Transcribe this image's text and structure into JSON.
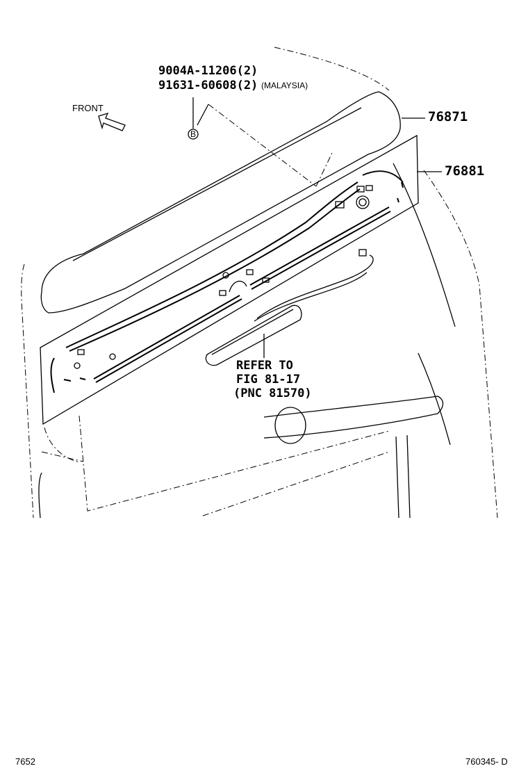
{
  "fasteners": {
    "line1": "9004A-11206(2)",
    "line2_part": "91631-60608(2)",
    "line2_note": "(MALAYSIA)",
    "marker": "B"
  },
  "front_label": "FRONT",
  "parts": {
    "spoiler": "76871",
    "pad": "76881"
  },
  "refer": {
    "line1": "REFER TO",
    "line2": "FIG 81-17",
    "line3": "(PNC 81570)"
  },
  "footer": {
    "left": "7652",
    "right": "760345- D"
  }
}
